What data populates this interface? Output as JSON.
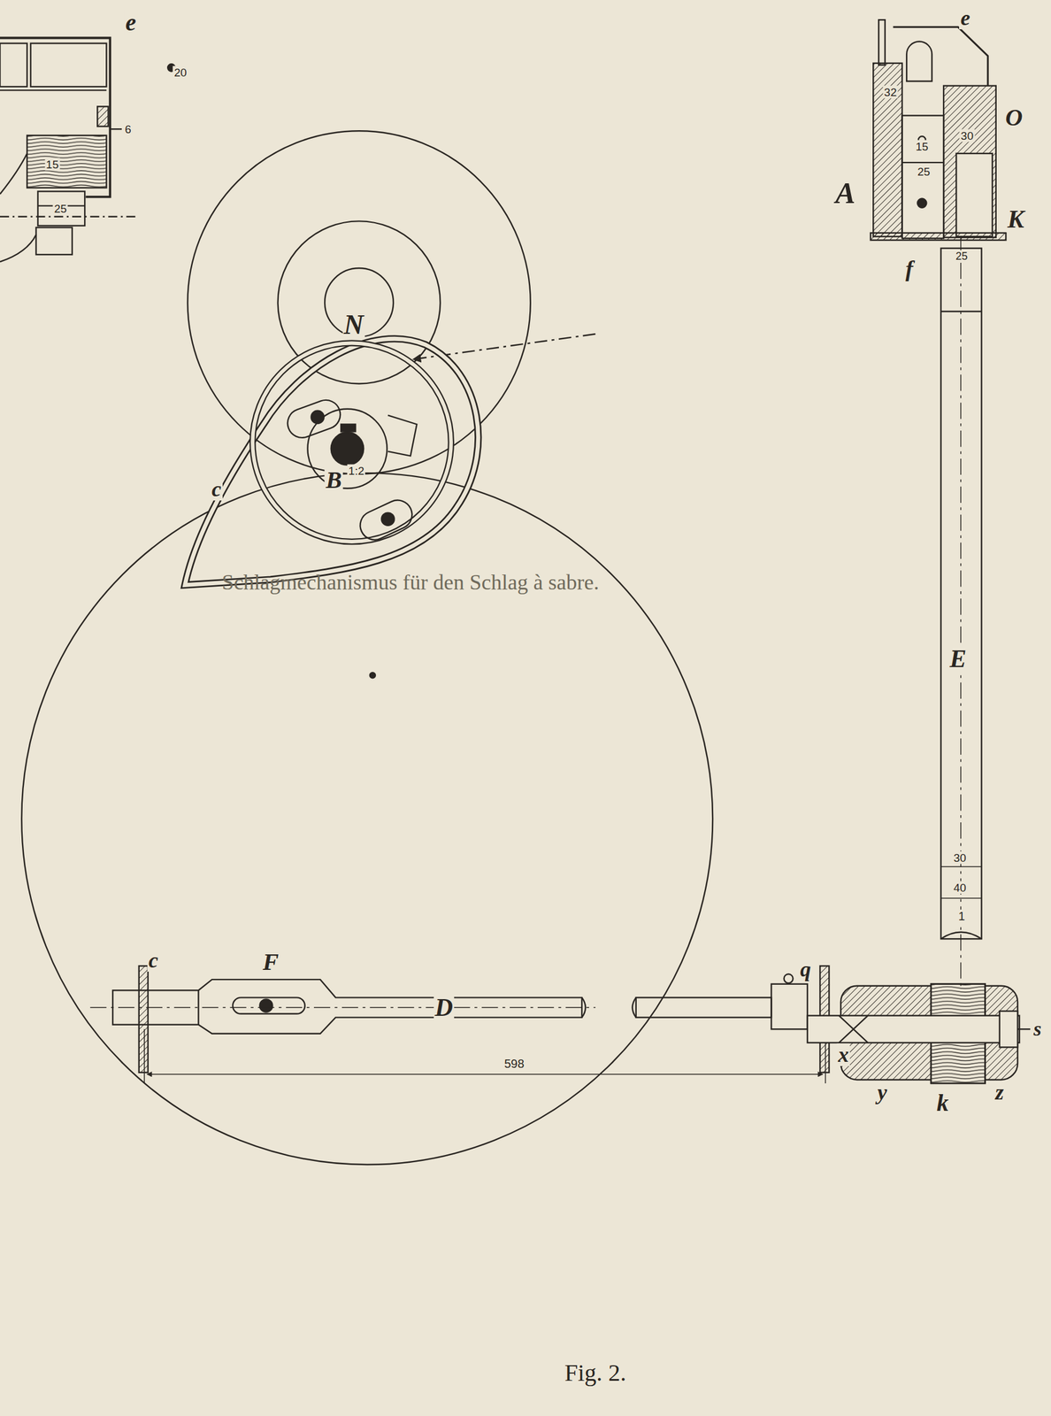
{
  "diagram": {
    "caption": "Fig. 2.",
    "labels": [
      "e",
      "20",
      "6",
      "15",
      "25",
      "N",
      "1:2",
      "c",
      "B",
      "c",
      "F",
      "D",
      "598",
      "q",
      "e",
      "32",
      "15",
      "30",
      "O",
      "A",
      "25",
      "K",
      "f",
      "25",
      "E",
      "30",
      "40",
      "1",
      "x",
      "y",
      "k",
      "z",
      "s",
      "Schlagmechanismus für den Schlag à sabre."
    ]
  }
}
